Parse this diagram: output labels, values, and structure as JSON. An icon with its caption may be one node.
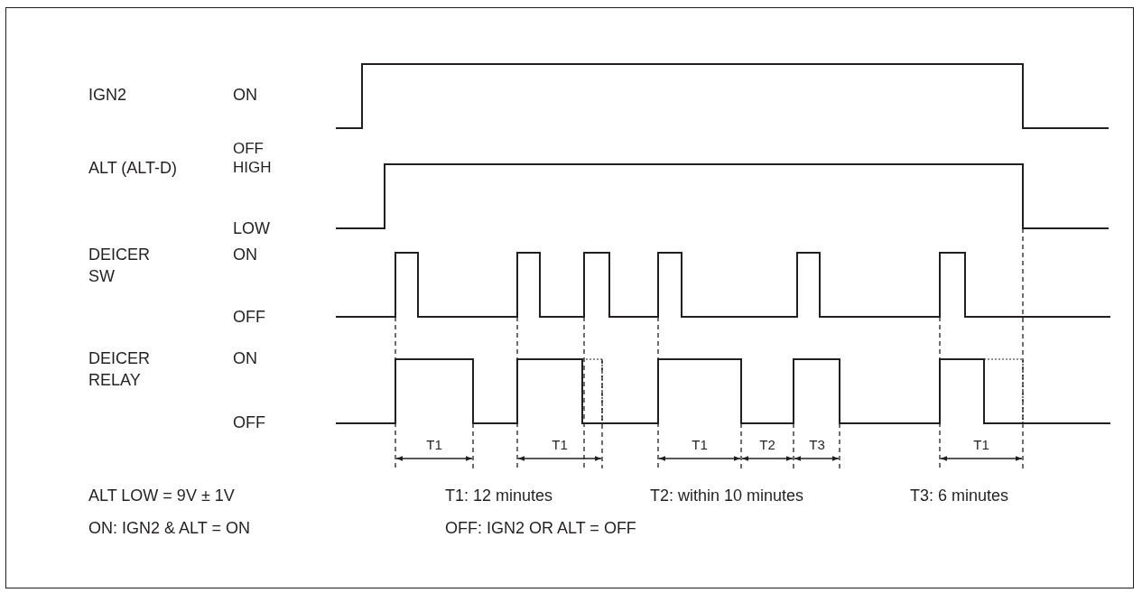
{
  "diagram": {
    "labels": [
      "IGN2",
      "ON",
      "OFF",
      "ALT (ALT-D)",
      "HIGH",
      "LOW",
      "DEICER SW",
      "ON",
      "OFF",
      "DEICER RELAY",
      "ON",
      "OFF",
      "T1",
      "T1",
      "T1",
      "T2",
      "T3",
      "T1",
      "ALT LOW = 9V ± 1V",
      "T1: 12 minutes",
      "T2: within 10 minutes",
      "T3: 6 minutes",
      "ON: IGN2 & ALT = ON",
      "OFF: IGN2 OR ALT = OFF"
    ]
  }
}
